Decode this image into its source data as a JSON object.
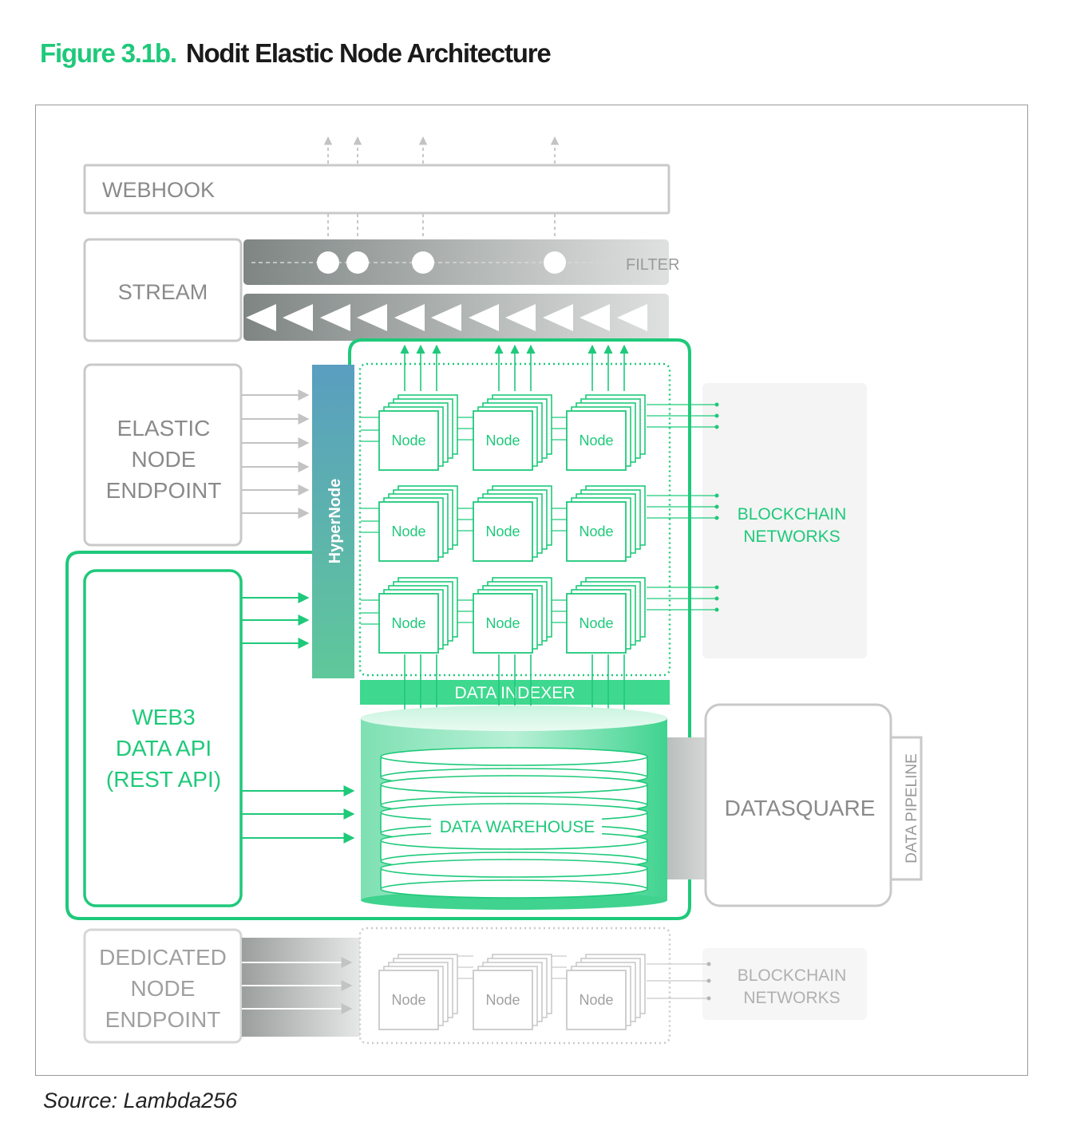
{
  "figure": {
    "number": "Figure 3.1b.",
    "title": "Nodit Elastic Node Architecture",
    "source": "Source: Lambda256"
  },
  "boxes": {
    "webhook": "WEBHOOK",
    "stream": "STREAM",
    "filter": "FILTER",
    "elastic_endpoint": [
      "ELASTIC",
      "NODE",
      "ENDPOINT"
    ],
    "hypernode": "HyperNode",
    "web3_api": [
      "WEB3",
      "DATA API",
      "(REST API)"
    ],
    "data_indexer": "DATA INDEXER",
    "data_warehouse": "DATA WAREHOUSE",
    "datasquare": "DATASQUARE",
    "data_pipeline": "DATA PIPELINE",
    "blockchain_networks": [
      "BLOCKCHAIN",
      "NETWORKS"
    ],
    "dedicated_endpoint": [
      "DEDICATED",
      "NODE",
      "ENDPOINT"
    ],
    "dedicated_blockchain_networks": [
      "BLOCKCHAIN",
      "NETWORKS"
    ]
  },
  "node_label": "Node",
  "elastic_nodes": [
    "Node",
    "Node",
    "Node",
    "Node",
    "Node",
    "Node",
    "Node",
    "Node",
    "Node"
  ],
  "dedicated_nodes": [
    "Node",
    "Node",
    "Node"
  ],
  "colors": {
    "accent": "#1ec97a",
    "grey_text": "#8a8a8a",
    "light_grey": "#c9c9c9",
    "title_dark": "#1a1a1a"
  }
}
